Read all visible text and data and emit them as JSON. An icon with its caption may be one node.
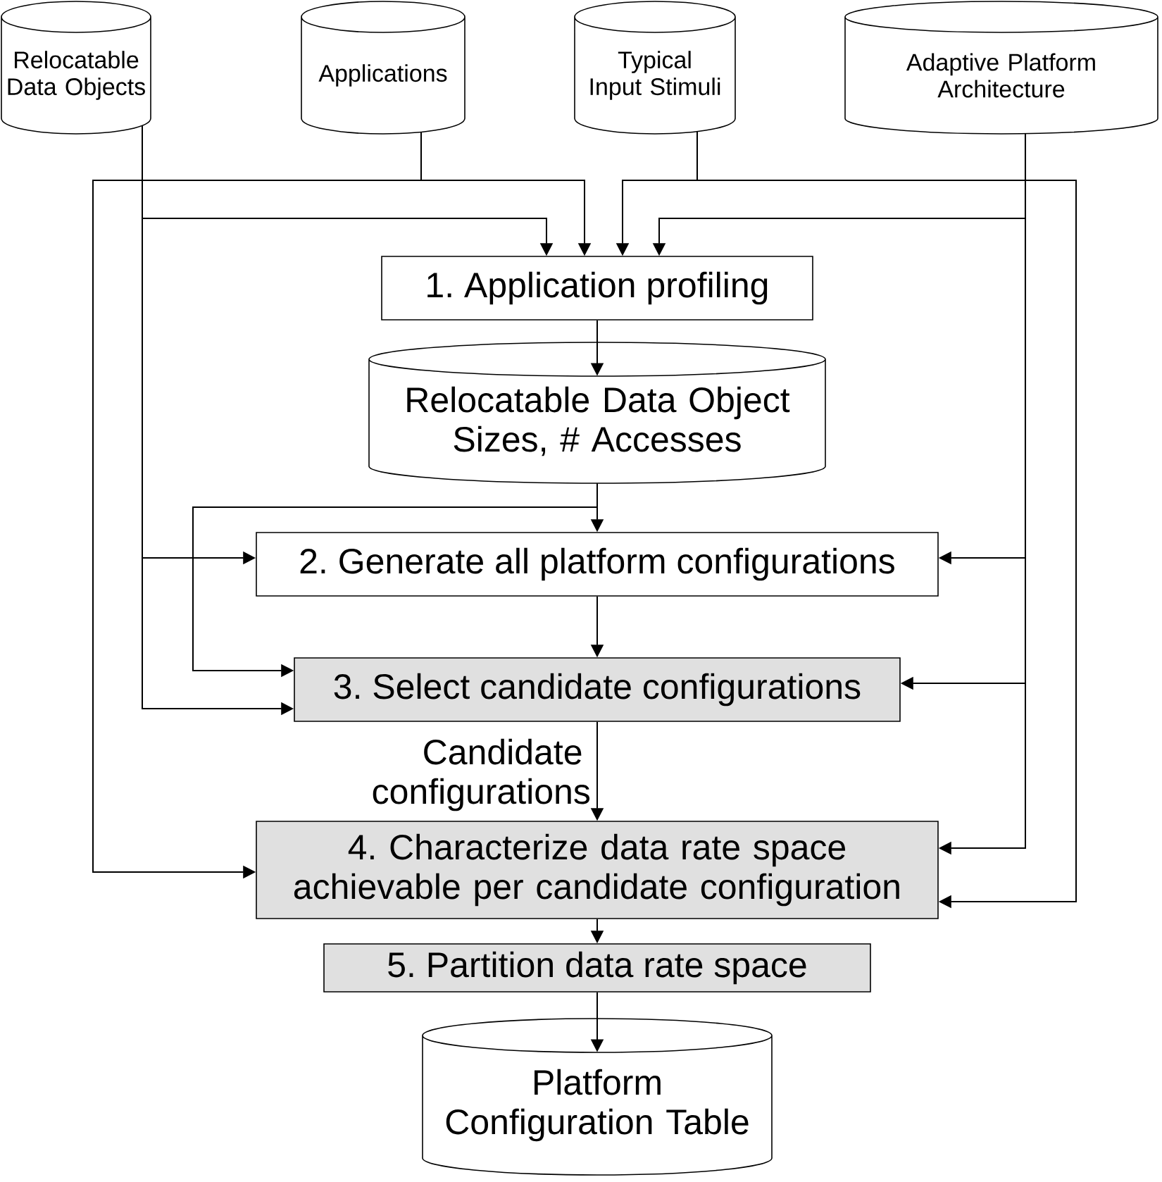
{
  "diagram": {
    "nodes": [
      {
        "text": [
          "Relocatable Data Objects"
        ]
      },
      {
        "text": [
          "Applications"
        ]
      },
      {
        "text": [
          "Typical Input Stimuli"
        ]
      },
      {
        "text": [
          "Adaptive Platform Architecture"
        ]
      },
      {
        "text": [
          "1. Application profiling"
        ]
      },
      {
        "text": [
          "Relocatable Data Object Sizes, # Accesses"
        ]
      },
      {
        "text": [
          "2. Generate all platform configurations"
        ]
      },
      {
        "text": [
          "3. Select candidate configurations"
        ]
      },
      {
        "text": [
          "4. Characterize data rate space achievable per candidate configuration"
        ]
      },
      {
        "text": [
          "5. Partition data rate space"
        ]
      },
      {
        "text": [
          "Platform Configuration Table"
        ]
      }
    ],
    "edges": [
      {
        "from": 0,
        "to": 4,
        "arrow": "to"
      },
      {
        "from": 0,
        "to": 6,
        "arrow": "to"
      },
      {
        "from": 0,
        "to": 7,
        "arrow": "to"
      },
      {
        "from": 1,
        "to": 4,
        "arrow": "to"
      },
      {
        "from": 1,
        "to": 8,
        "arrow": "to"
      },
      {
        "from": 2,
        "to": 4,
        "arrow": "to"
      },
      {
        "from": 2,
        "to": 8,
        "arrow": "to"
      },
      {
        "from": 3,
        "to": 4,
        "arrow": "to"
      },
      {
        "from": 3,
        "to": 6,
        "arrow": "to"
      },
      {
        "from": 3,
        "to": 7,
        "arrow": "to"
      },
      {
        "from": 3,
        "to": 8,
        "arrow": "to"
      },
      {
        "from": 4,
        "to": 5,
        "arrow": "to"
      },
      {
        "from": 5,
        "to": 6,
        "arrow": "to"
      },
      {
        "from": 5,
        "to": 7,
        "arrow": "to"
      },
      {
        "from": 6,
        "to": 7,
        "arrow": "to"
      },
      {
        "from": 7,
        "to": 8,
        "arrow": "to",
        "label": "Candidate configurations"
      },
      {
        "from": 8,
        "to": 9,
        "arrow": "to"
      },
      {
        "from": 9,
        "to": 10,
        "arrow": "to"
      }
    ]
  }
}
